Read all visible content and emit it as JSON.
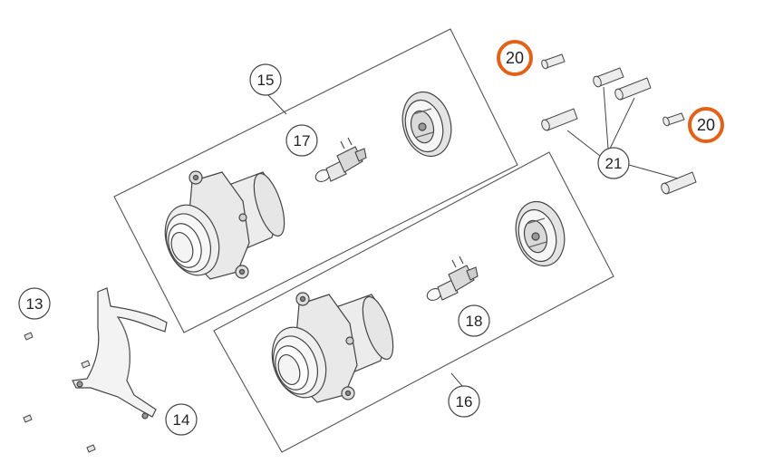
{
  "colors": {
    "line": "#444444",
    "highlight": "#e2621b",
    "part_fill": "#f2f2f2",
    "part_shade": "#cfcfcf"
  },
  "icons": [
    "headlight-housing-icon",
    "headlight-bulb-icon",
    "dust-cap-icon",
    "bracket-icon",
    "screw-icon",
    "rubber-bushing-icon"
  ],
  "callouts": {
    "c13": "13",
    "c14": "14",
    "c15": "15",
    "c16": "16",
    "c17": "17",
    "c18": "18",
    "c20a": "20",
    "c20b": "20",
    "c21": "21"
  }
}
